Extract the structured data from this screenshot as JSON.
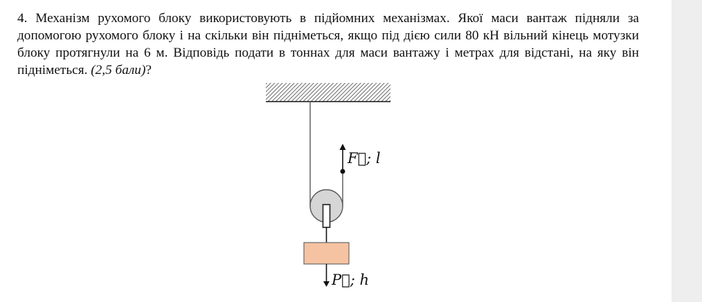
{
  "question": {
    "number": "4.",
    "text": "Механізм рухомого блоку використовують в підйомних механізмах. Якої маси вантаж підняли за допомогою рухомого блоку і на скільки він підніметься, якщо під дією сили 80 кН вільний кінець мотузки блоку протягнули на 6 м. Відповідь подати в тоннах для маси вантажу і метрах для відстані, на яку він підніметься.",
    "points": "(2,5 бали)",
    "suffix": "?"
  },
  "figure": {
    "force_label": "F⃗; l",
    "weight_label": "P⃗; h",
    "colors": {
      "pulley_fill": "#d6d6d6",
      "load_fill": "#f6c3a2",
      "line": "#111111"
    }
  }
}
